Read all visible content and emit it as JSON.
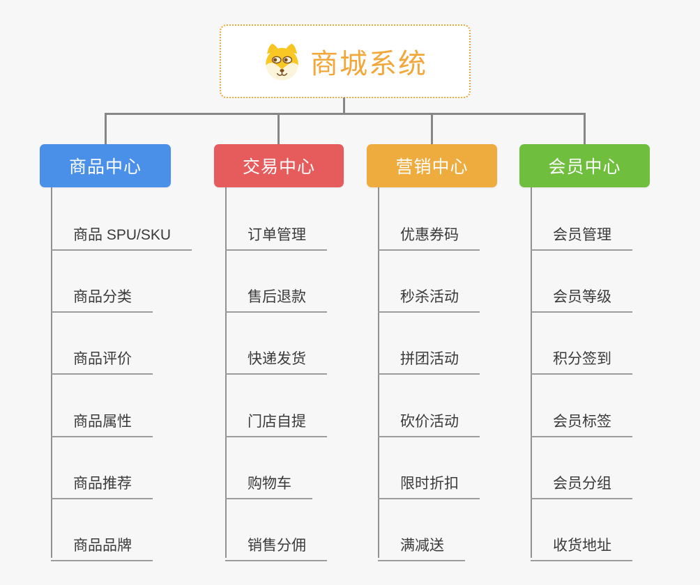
{
  "root": {
    "title": "商城系统",
    "icon": "dog-face-icon",
    "accent_color": "#F2A73B"
  },
  "branches": [
    {
      "label": "商品中心",
      "color": "#4A8FE8",
      "children": [
        "商品 SPU/SKU",
        "商品分类",
        "商品评价",
        "商品属性",
        "商品推荐",
        "商品品牌"
      ]
    },
    {
      "label": "交易中心",
      "color": "#E65B5B",
      "children": [
        "订单管理",
        "售后退款",
        "快递发货",
        "门店自提",
        "购物车",
        "销售分佣"
      ]
    },
    {
      "label": "营销中心",
      "color": "#EEAC3F",
      "children": [
        "优惠券码",
        "秒杀活动",
        "拼团活动",
        "砍价活动",
        "限时折扣",
        "满减送"
      ]
    },
    {
      "label": "会员中心",
      "color": "#6FBE3E",
      "children": [
        "会员管理",
        "会员等级",
        "积分签到",
        "会员标签",
        "会员分组",
        "收货地址"
      ]
    }
  ],
  "colors": {
    "background": "#F7F7F8",
    "connector": "#868686",
    "child_underline": "#9C9C9C",
    "child_text": "#3A3A3A"
  }
}
